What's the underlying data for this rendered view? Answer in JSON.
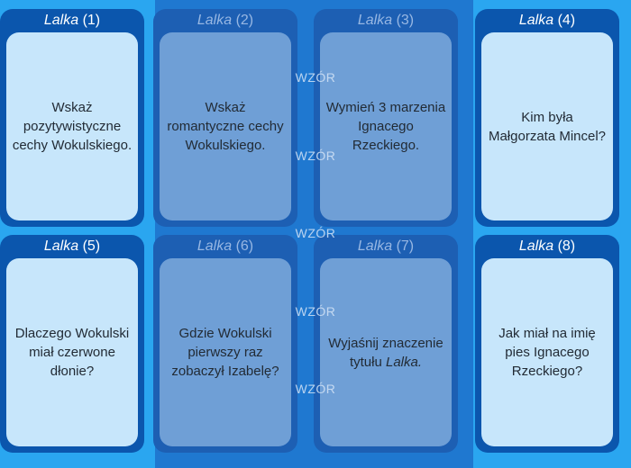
{
  "cards": [
    {
      "book": "Lalka",
      "num": "(1)",
      "text": "Wskaż pozytywistyczne cechy Wokulskiego."
    },
    {
      "book": "Lalka",
      "num": "(2)",
      "text": "Wskaż romantyczne cechy Wokulskiego."
    },
    {
      "book": "Lalka",
      "num": "(3)",
      "text": "Wymień 3 marzenia Ignacego Rzeckiego."
    },
    {
      "book": "Lalka",
      "num": "(4)",
      "text": "Kim była Małgorzata Mincel?"
    },
    {
      "book": "Lalka",
      "num": "(5)",
      "text": "Dlaczego Wokulski miał czerwone dłonie?"
    },
    {
      "book": "Lalka",
      "num": "(6)",
      "text": "Gdzie Wokulski pierwszy raz zobaczył Izabelę?"
    },
    {
      "book": "Lalka",
      "num": "(7)",
      "text": "Wyjaśnij znaczenie tytułu",
      "text_italic": "Lalka."
    },
    {
      "book": "Lalka",
      "num": "(8)",
      "text": "Jak miał na imię pies Ignacego Rzeckiego?"
    }
  ],
  "watermark": "WZÓR",
  "colors": {
    "background": "#2aa6f0",
    "card_frame": "#0b56ad",
    "card_face": "#c7e6fb",
    "dimmed_face": "#6f9fd6"
  }
}
